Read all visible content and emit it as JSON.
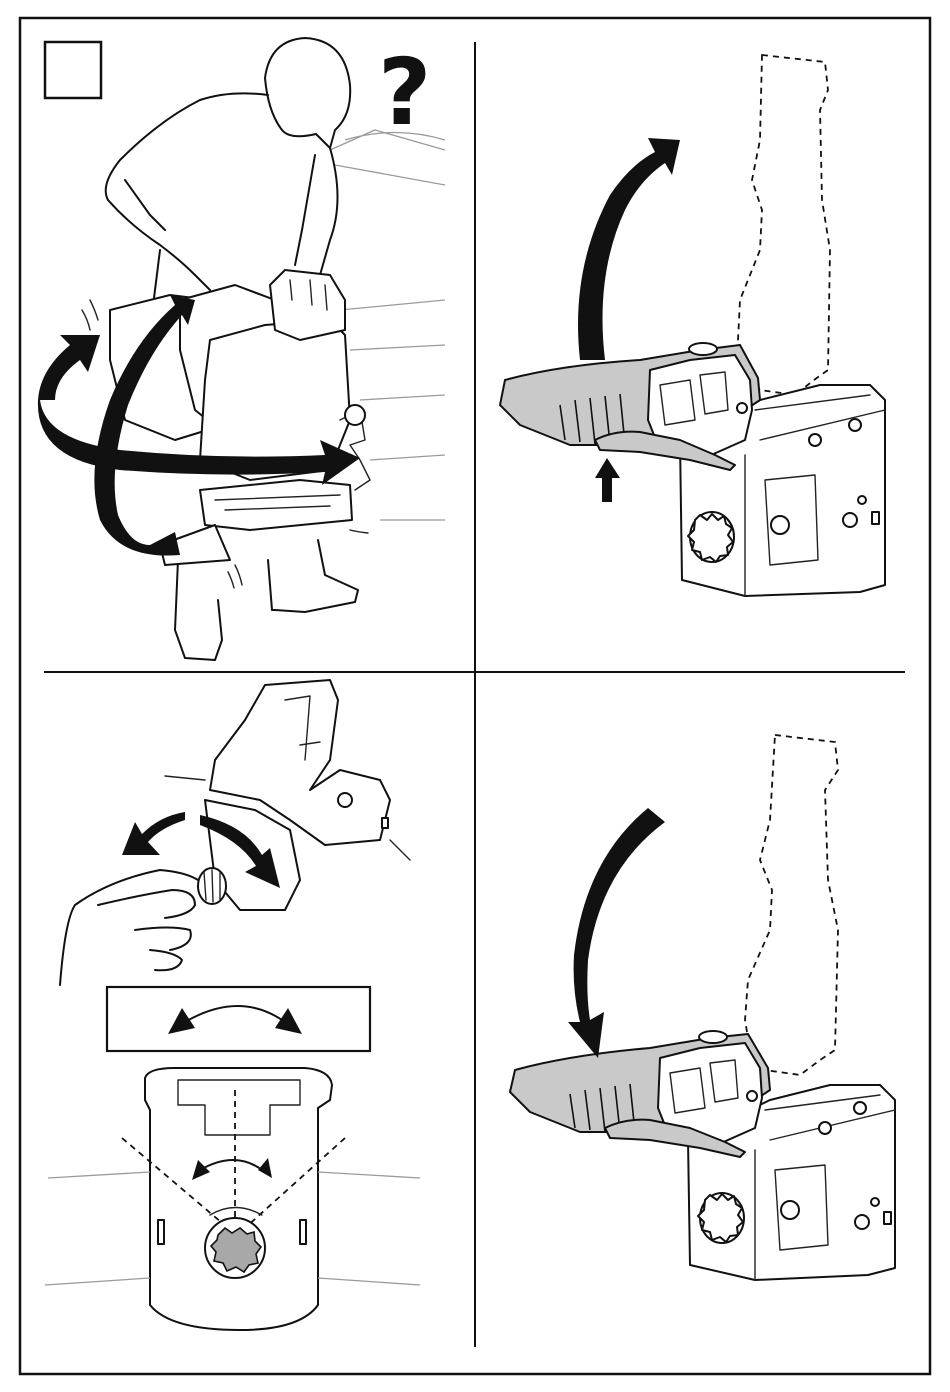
{
  "symbols": {
    "question_mark": "?",
    "step_box": ""
  },
  "panels": [
    {
      "id": "top-left",
      "icon": "person-carrying-backpack-icon"
    },
    {
      "id": "top-right",
      "icon": "handle-raise-icon"
    },
    {
      "id": "bottom-left",
      "icon": "knob-adjust-icon"
    },
    {
      "id": "bottom-right",
      "icon": "handle-lower-icon"
    }
  ],
  "colors": {
    "ink": "#111111",
    "grip": "#c9c9c9",
    "background": "#ffffff"
  }
}
